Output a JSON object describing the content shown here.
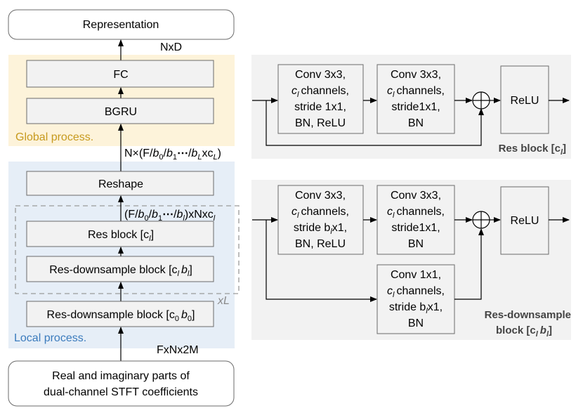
{
  "colors": {
    "global_bg": "#fdf3da",
    "global_text": "#c79a1e",
    "local_bg": "#e6eef7",
    "local_text": "#3b7bbd",
    "panel_bg": "#f2f2f2",
    "box_fill": "#f2f2f2",
    "dashed": "#9a9a9a"
  },
  "left": {
    "representation": "Representation",
    "nxd": "NxD",
    "fc": "FC",
    "bgru": "BGRU",
    "global_label": "Global process.",
    "dim_global_prefix": "N×(F/",
    "dim_global_suffix": "xc",
    "reshape": "Reshape",
    "dim_local_prefix": "(F/",
    "dim_local_suffix": ")xNxc",
    "res_block": "Res block [c",
    "res_down_block": "Res-downsample block [c",
    "xl": "xL",
    "res_down_block0": "Res-downsample block [c",
    "local_label": "Local process.",
    "fxn": "FxNx2M",
    "input_line1": "Real and imaginary parts of",
    "input_line2": "dual-channel STFT coefficients"
  },
  "res_block_panel": {
    "conv1": [
      "Conv 3x3,",
      "channels,",
      "stride 1x1,",
      "BN, ReLU"
    ],
    "conv2": [
      "Conv 3x3,",
      "channels,",
      "stride1x1,",
      "BN"
    ],
    "relu": "ReLU",
    "caption": "Res block [c"
  },
  "res_down_panel": {
    "conv1": [
      "Conv 3x3,",
      "channels,",
      "stride b",
      "BN, ReLU"
    ],
    "conv2": [
      "Conv 3x3,",
      "channels,",
      "stride1x1,",
      "BN"
    ],
    "conv3": [
      "Conv 1x1,",
      "channels,",
      "stride b",
      "BN"
    ],
    "relu": "ReLU",
    "caption_line1": "Res-downsample",
    "caption_line2": "block [c"
  },
  "symbols": {
    "c": "c",
    "b": "b",
    "l": "l",
    "L": "L",
    "zero": "0",
    "one": "1",
    "slash": "/",
    "dots": "⋯",
    "close_bracket": "]",
    "x1": "x1,",
    "sum": "+"
  }
}
